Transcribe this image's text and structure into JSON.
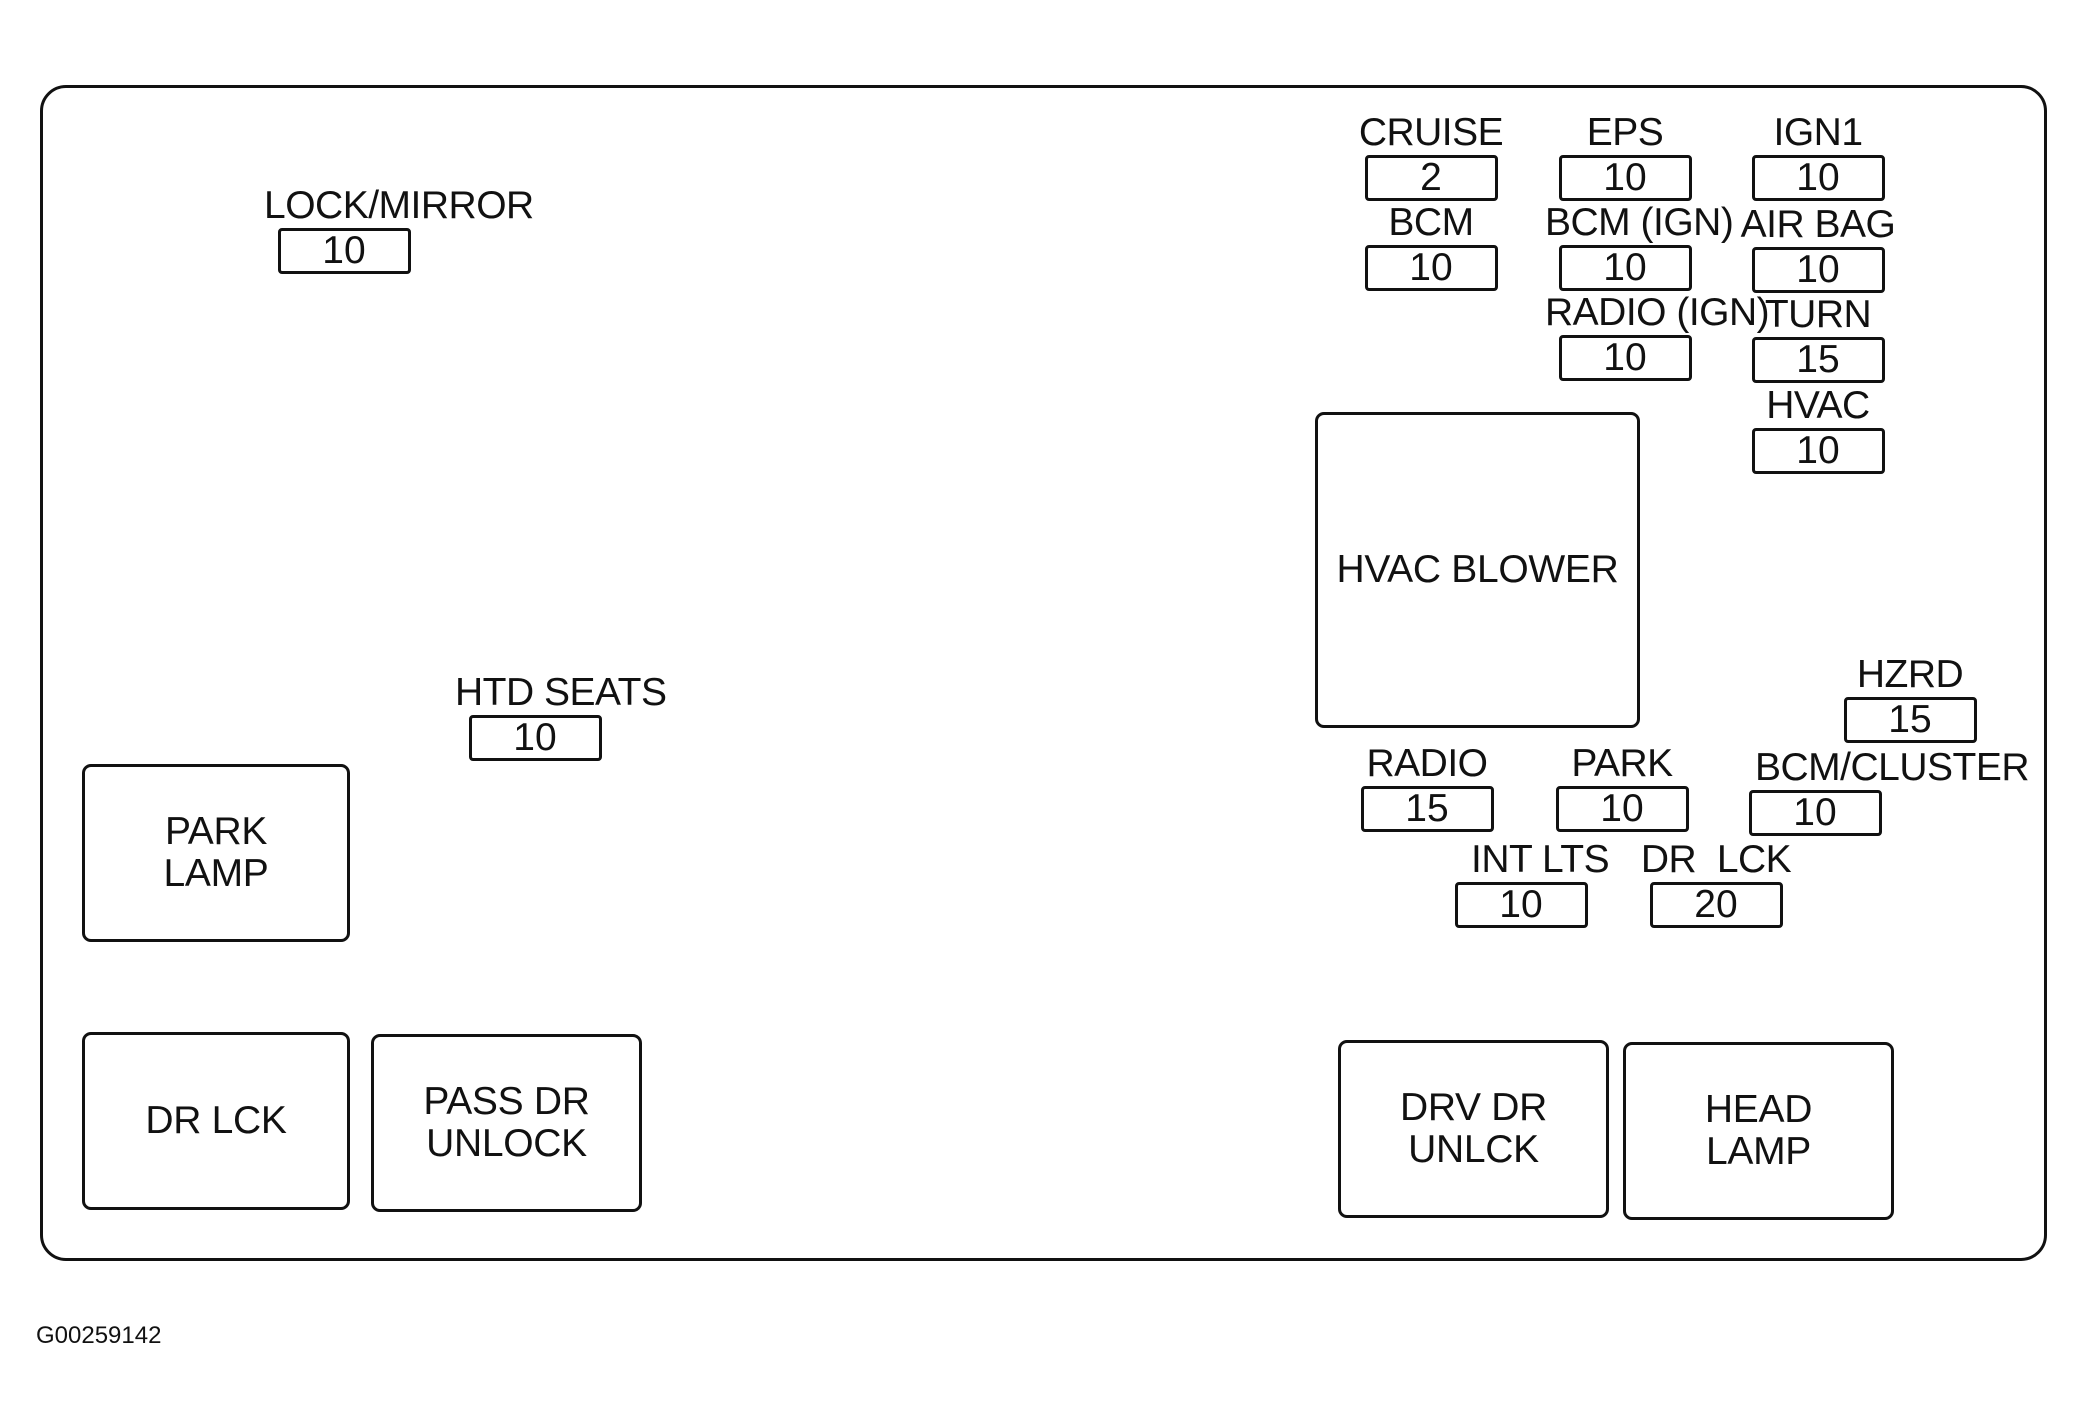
{
  "fuses": [
    {
      "id": "lock-mirror",
      "label": "LOCK/MIRROR",
      "rating": "10"
    },
    {
      "id": "htd-seats",
      "label": "HTD SEATS",
      "rating": "10"
    },
    {
      "id": "cruise",
      "label": "CRUISE",
      "rating": "2"
    },
    {
      "id": "eps",
      "label": "EPS",
      "rating": "10"
    },
    {
      "id": "ign1",
      "label": "IGN1",
      "rating": "10"
    },
    {
      "id": "bcm",
      "label": "BCM",
      "rating": "10"
    },
    {
      "id": "bcm-ign",
      "label": "BCM (IGN)",
      "rating": "10"
    },
    {
      "id": "air-bag",
      "label": "AIR BAG",
      "rating": "10"
    },
    {
      "id": "radio-ign",
      "label": "RADIO (IGN)",
      "rating": "10"
    },
    {
      "id": "turn",
      "label": "TURN",
      "rating": "15"
    },
    {
      "id": "hvac",
      "label": "HVAC",
      "rating": "10"
    },
    {
      "id": "hzrd",
      "label": "HZRD",
      "rating": "15"
    },
    {
      "id": "radio",
      "label": "RADIO",
      "rating": "15"
    },
    {
      "id": "park",
      "label": "PARK",
      "rating": "10"
    },
    {
      "id": "bcm-cluster",
      "label": "BCM/CLUSTER",
      "rating": "10"
    },
    {
      "id": "int-lts",
      "label": "INT LTS",
      "rating": "10"
    },
    {
      "id": "dr-lck-fuse",
      "label": "DR  LCK",
      "rating": "20"
    }
  ],
  "relays": [
    {
      "id": "hvac-blower",
      "label": "HVAC BLOWER"
    },
    {
      "id": "park-lamp",
      "label": "PARK\nLAMP"
    },
    {
      "id": "dr-lck",
      "label": "DR LCK"
    },
    {
      "id": "pass-dr-unlock",
      "label": "PASS DR\nUNLOCK"
    },
    {
      "id": "drv-dr-unlck",
      "label": "DRV DR\nUNLCK"
    },
    {
      "id": "head-lamp",
      "label": "HEAD\nLAMP"
    }
  ],
  "figure_code": "G00259142"
}
